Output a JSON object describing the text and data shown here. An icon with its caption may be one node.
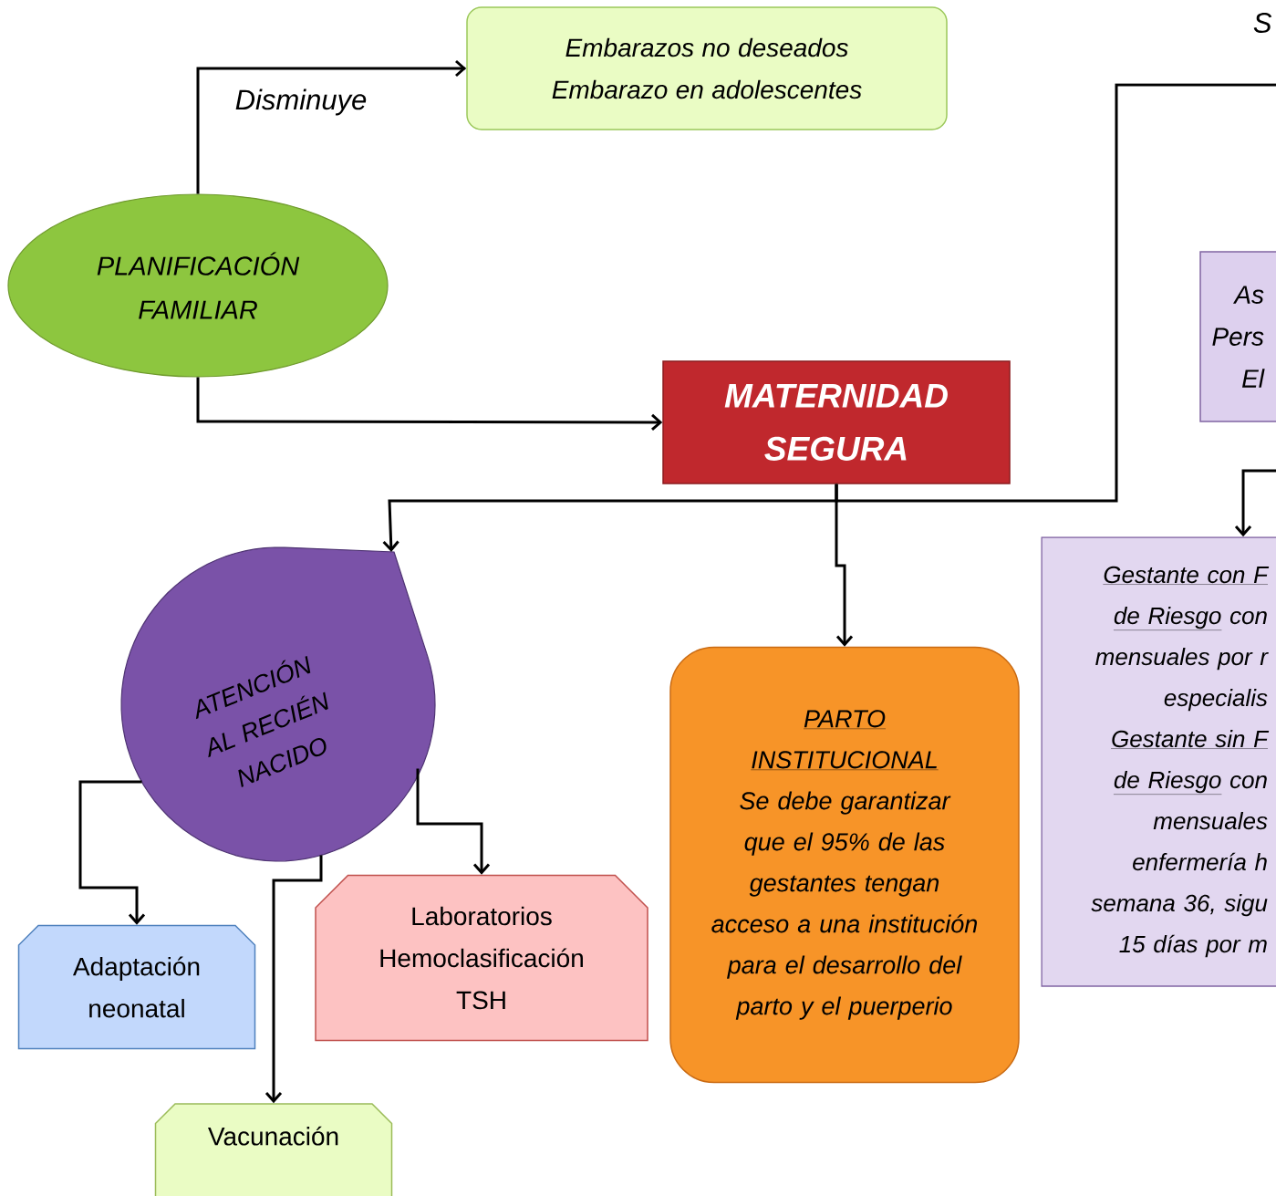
{
  "diagram": {
    "nodes": [
      {
        "text": [
          "Embarazos no deseados",
          "Embarazo en adolescentes"
        ]
      },
      {
        "text": [
          "PLANIFICACIÓN FAMILIAR"
        ]
      },
      {
        "text": [
          "As Pers El"
        ]
      },
      {
        "text": [
          "MATERNIDAD SEGURA"
        ]
      },
      {
        "text": [
          "ATENCIÓN AL RECIÉN NACIDO"
        ]
      },
      {
        "text": [
          "PARTO",
          "INSTITUCIONAL",
          "Se debe garantizar que  el 95% de las gestantes  tengan acceso a una institución para el desarrollo del parto y el  puerperio"
        ]
      },
      {
        "text": [
          "Gestante con F",
          "de Riesgo",
          "con",
          "mensuales por r",
          "especialis",
          "Gestante  sin F",
          "de Riesgo",
          "con",
          "mensuales",
          "enfermería h",
          "semana 36, sigu",
          "15 días por m"
        ]
      },
      {
        "text": [
          "Adaptación neonatal"
        ]
      },
      {
        "text": [
          "Laboratorios",
          "Hemoclasificación",
          "TSH"
        ]
      },
      {
        "text": [
          "Vacunación"
        ]
      }
    ],
    "edges": [
      {
        "from": 1,
        "to": 0,
        "arrow": "to",
        "label": "Disminuye"
      },
      {
        "from": 1,
        "to": 3,
        "arrow": "to"
      },
      {
        "from": 3,
        "to": 4,
        "arrow": "to"
      },
      {
        "from": 3,
        "to": 5,
        "arrow": "to"
      },
      {
        "from": 3,
        "to": null,
        "arrow": "none"
      },
      {
        "from": null,
        "to": 6,
        "arrow": "to"
      },
      {
        "from": 4,
        "to": 7,
        "arrow": "to"
      },
      {
        "from": 4,
        "to": 9,
        "arrow": "to"
      },
      {
        "from": 4,
        "to": 8,
        "arrow": "to"
      }
    ],
    "labels": [
      "S"
    ]
  }
}
